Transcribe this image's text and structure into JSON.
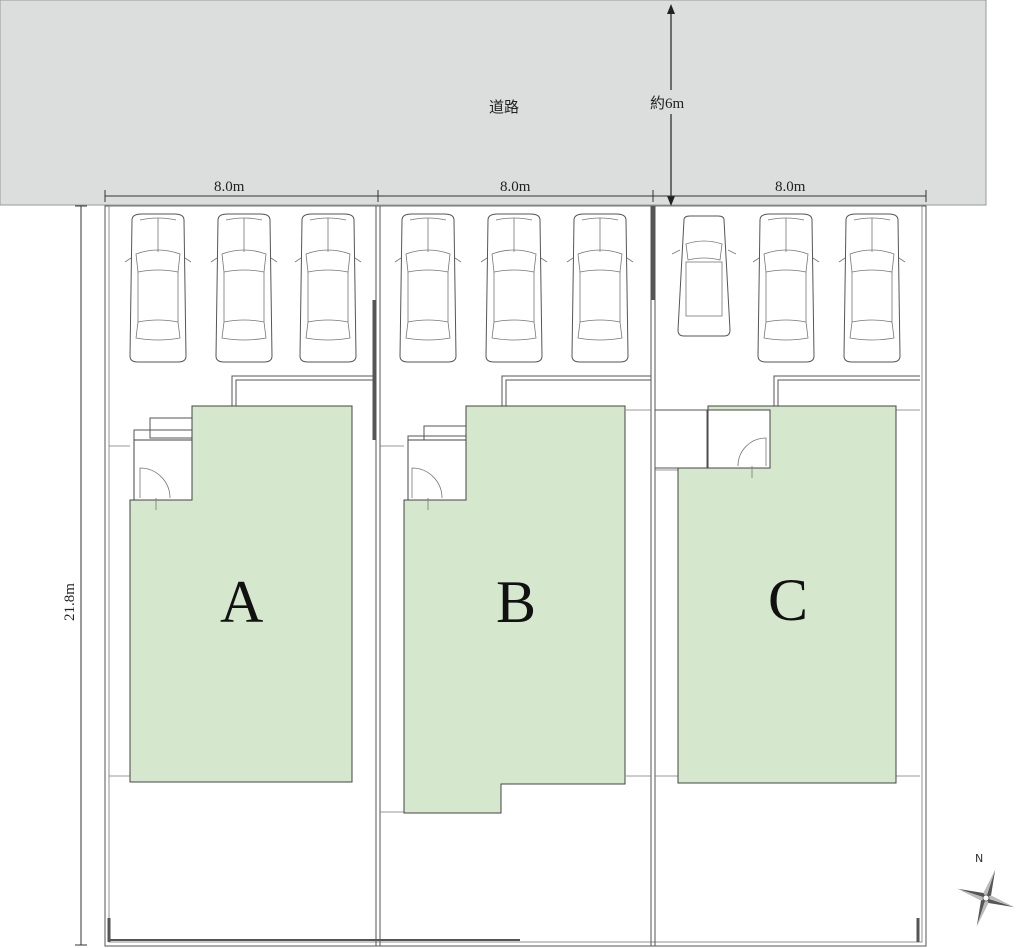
{
  "road": {
    "label": "道路",
    "width_label": "約6m"
  },
  "frontage": [
    "8.0m",
    "8.0m",
    "8.0m"
  ],
  "depth_label": "21.8m",
  "lots": [
    {
      "id": "A",
      "label": "A"
    },
    {
      "id": "B",
      "label": "B"
    },
    {
      "id": "C",
      "label": "C"
    }
  ],
  "compass": {
    "label": "N"
  },
  "colors": {
    "road": "#dcdedd",
    "building": "#d5e8cd"
  }
}
